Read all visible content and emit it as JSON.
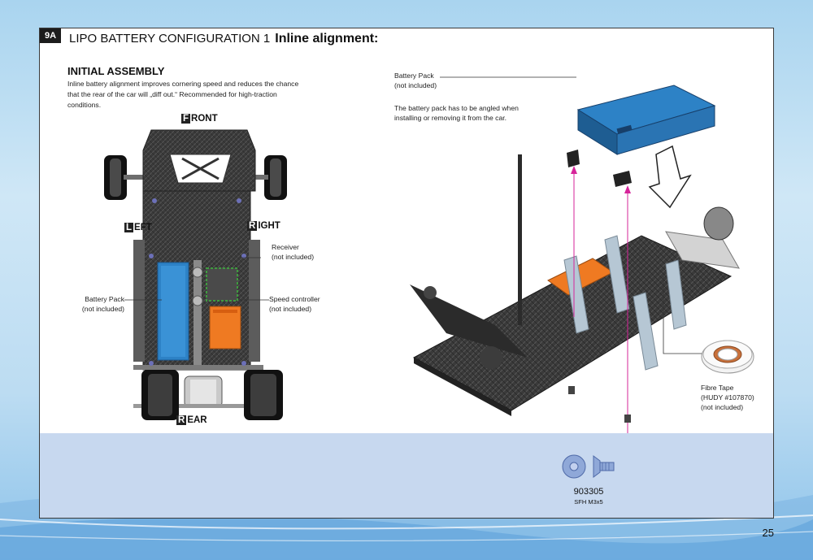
{
  "step": {
    "badge": "9A",
    "title_prefix": "LIPO BATTERY CONFIGURATION 1",
    "title_emphasis": "Inline alignment:"
  },
  "section": {
    "title": "INITIAL ASSEMBLY",
    "intro": "Inline battery alignment improves cornering speed and reduces the chance that the rear of the car will „diff out.“ Recommended for high-traction conditions."
  },
  "top_view": {
    "front_cap": "F",
    "front_rest": "RONT",
    "rear_cap": "R",
    "rear_rest": "EAR",
    "left_cap": "L",
    "left_rest": "EFT",
    "right_cap": "R",
    "right_rest": "IGHT",
    "receiver_line1": "Receiver",
    "receiver_line2": "(not included)",
    "speed_line1": "Speed controller",
    "speed_line2": "(not included)",
    "battery_line1": "Battery Pack",
    "battery_line2": "(not included)"
  },
  "iso_view": {
    "battery_line1": "Battery Pack",
    "battery_line2": "(not included)",
    "note_line1": "The battery pack has to be angled when",
    "note_line2": "installing or removing it from the car.",
    "tape_line1": "Fibre Tape",
    "tape_line2": "(HUDY #107870)",
    "tape_line3": "(not included)"
  },
  "parts": {
    "code": "903305",
    "name": "SFH M3x5"
  },
  "page_number": "25",
  "colors": {
    "battery_blue": "#2d82c6",
    "speed_orange": "#ef7a22",
    "receiver_green": "#3f9b3f",
    "carbon": "#3a3a3a",
    "accent_magenta": "#d6249a",
    "parts_bar": "#c7d8ef"
  }
}
